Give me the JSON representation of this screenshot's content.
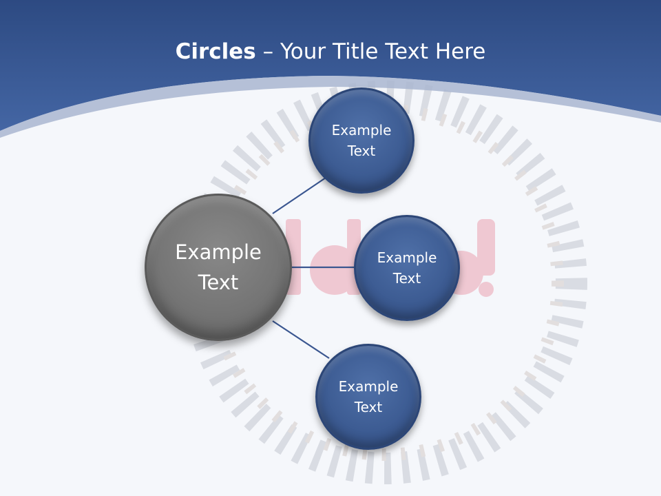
{
  "title": {
    "bold": "Circles",
    "rest": " – Your Title Text Here"
  },
  "colors": {
    "header": "#3c5a95",
    "accent_node": "#3d5c93",
    "center_node": "#757575",
    "connector": "#3a5690"
  },
  "diagram": {
    "center": {
      "label": "Example\nText"
    },
    "nodes": [
      {
        "label": "Example\nText"
      },
      {
        "label": "Example\nText"
      },
      {
        "label": "Example\nText"
      }
    ]
  }
}
